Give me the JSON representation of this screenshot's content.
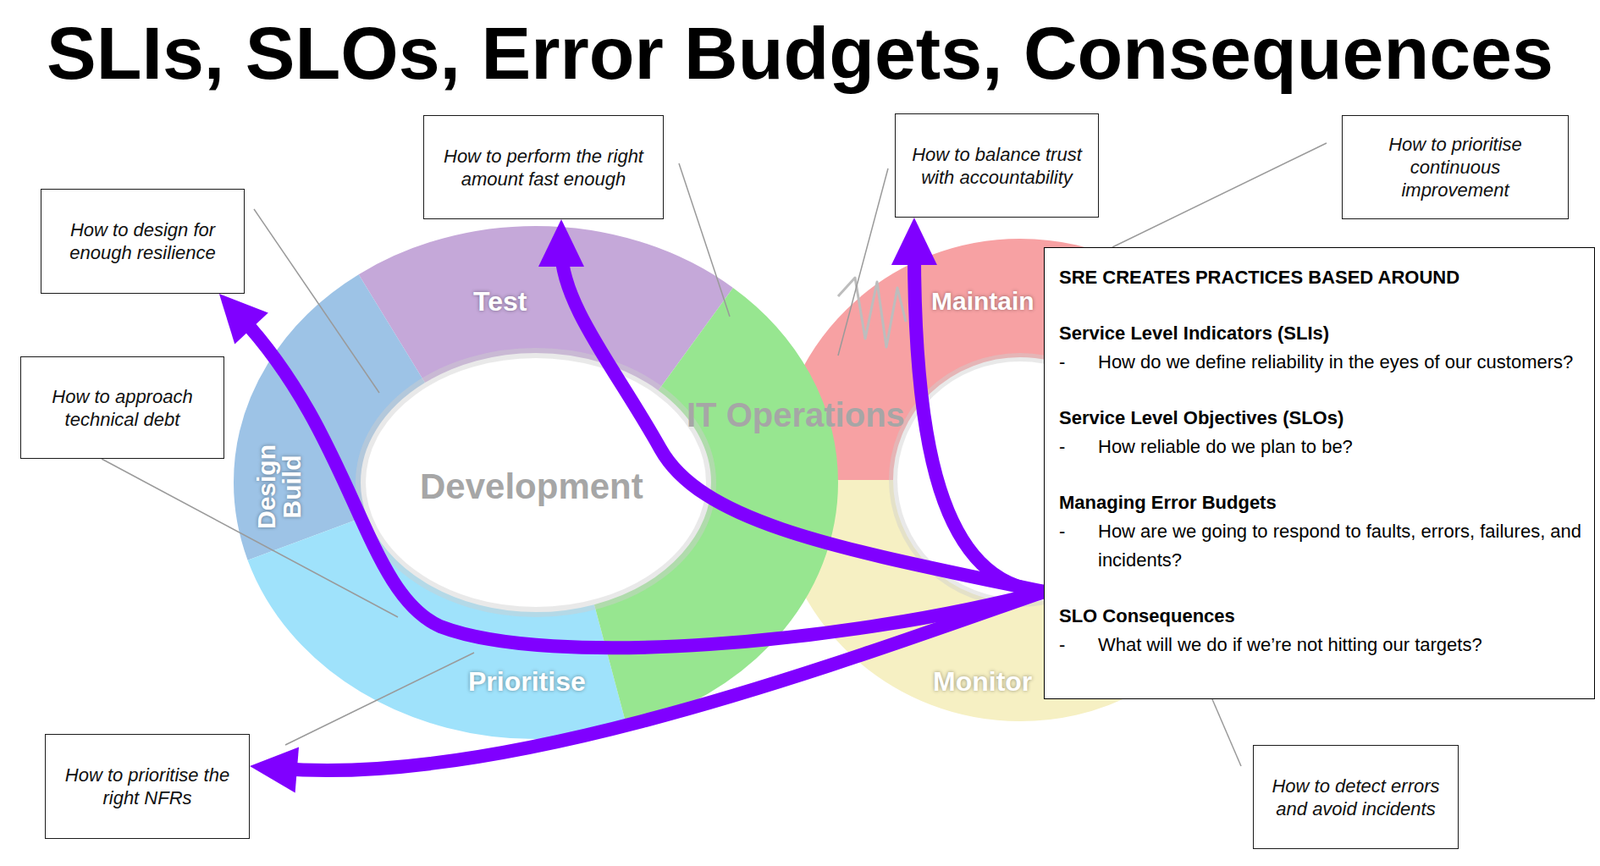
{
  "diagram": {
    "title": "SLIs, SLOs, Error Budgets, Consequences",
    "nodes": [
      {
        "text": [
          "How to perform the right amount fast enough"
        ]
      },
      {
        "text": [
          "How to balance trust with accountability"
        ]
      },
      {
        "text": [
          "How to prioritise continuous improvement"
        ]
      },
      {
        "text": [
          "How to design for enough resilience"
        ]
      },
      {
        "text": [
          "SRE CREATES PRACTICES BASED AROUND",
          "Service Level Indicators (SLIs)",
          "-",
          "How do we define reliability in the eyes of our customers?",
          "Service Level Objectives (SLOs)",
          "-",
          "How reliable do we plan to be?",
          "Managing Error Budgets",
          "-",
          "How are we going to respond to faults, errors, failures, and incidents?",
          "SLO Consequences",
          "-",
          "What will we do if we’re not hitting our targets?"
        ]
      },
      {
        "text": [
          "How to approach technical debt"
        ]
      },
      {
        "text": [
          "How to prioritise the right NFRs"
        ]
      },
      {
        "text": [
          "How to detect errors and avoid incidents"
        ]
      }
    ],
    "edges": [
      {
        "from": 4,
        "to": 3,
        "arrow": "to"
      },
      {
        "from": 4,
        "to": 0,
        "arrow": "to"
      },
      {
        "from": 4,
        "to": 1,
        "arrow": "to"
      },
      {
        "from": 4,
        "to": 6,
        "arrow": "to"
      }
    ],
    "labels": [
      "Test",
      "Maintain",
      "Design Build",
      "Development",
      "IT Operations",
      "Prioritise",
      "Monitor"
    ]
  }
}
